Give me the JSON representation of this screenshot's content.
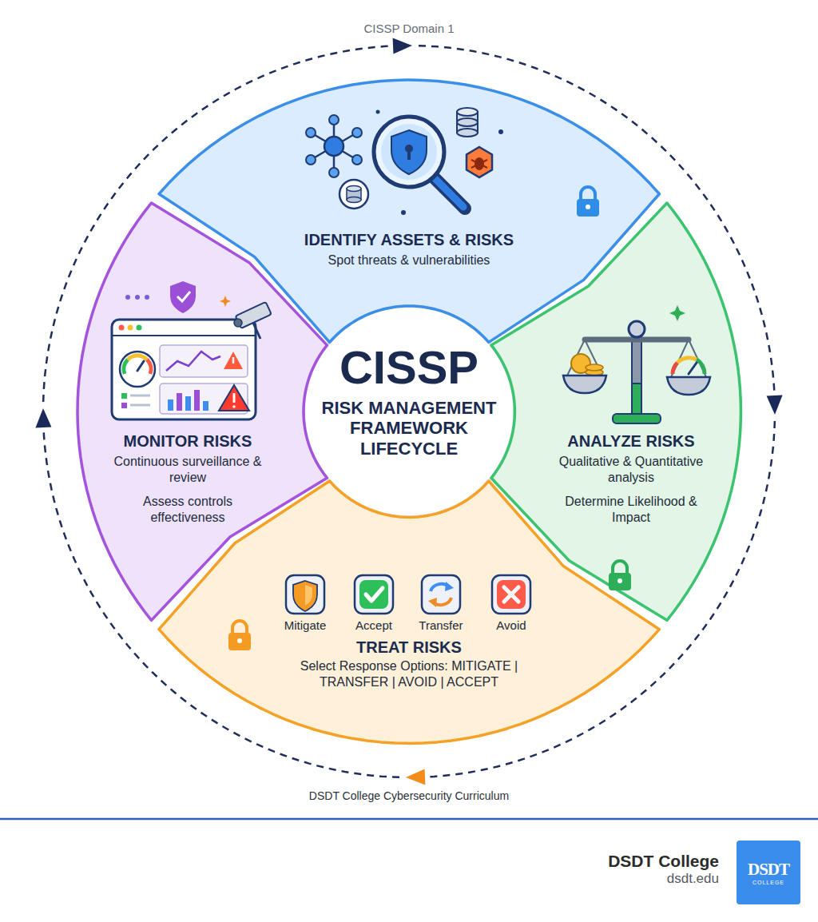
{
  "diagram": {
    "title": "CISSP Domain 1",
    "caption": "DSDT College Cybersecurity Curriculum",
    "nodes": [
      {
        "text": [
          "CISSP",
          "RISK MANAGEMENT FRAMEWORK LIFECYCLE"
        ]
      },
      {
        "text": [
          "IDENTIFY ASSETS & RISKS",
          "Spot threats & vulnerabilities"
        ]
      },
      {
        "text": [
          "ANALYZE RISKS",
          "Qualitative & Quantitative analysis",
          "Determine Likelihood & Impact"
        ]
      },
      {
        "text": [
          "Mitigate",
          "Accept",
          "Transfer",
          "Avoid",
          "TREAT RISKS",
          "Select Response Options: MITIGATE | TRANSFER | AVOID | ACCEPT"
        ]
      },
      {
        "text": [
          "MONITOR RISKS",
          "Continuous surveillance & review",
          "Assess controls effectiveness"
        ]
      }
    ],
    "edges": [
      {
        "from": 1,
        "to": 2,
        "arrow": "to"
      },
      {
        "from": 2,
        "to": 3,
        "arrow": "to"
      },
      {
        "from": 3,
        "to": 4,
        "arrow": "to"
      },
      {
        "from": 4,
        "to": 1,
        "arrow": "to"
      }
    ],
    "labels": [
      "DSDT College",
      "dsdt.edu",
      "DSDT",
      "COLLEGE"
    ]
  }
}
